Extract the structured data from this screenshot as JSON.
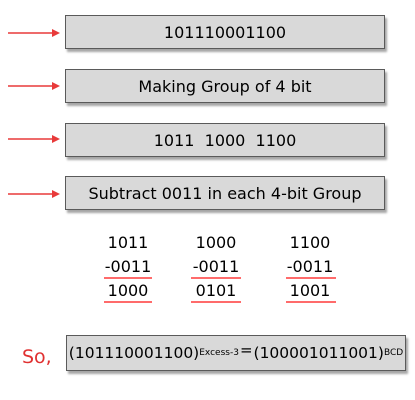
{
  "steps": [
    {
      "text": "101110001100"
    },
    {
      "text": "Making Group of 4 bit"
    },
    {
      "text": "1011  1000  1100"
    },
    {
      "text": "Subtract 0011 in each 4-bit Group"
    }
  ],
  "subtraction": {
    "columns": [
      {
        "minuend": "1011",
        "subtrahend": "-0011",
        "result": "1000"
      },
      {
        "minuend": "1000",
        "subtrahend": "-0011",
        "result": "0101"
      },
      {
        "minuend": "1100",
        "subtrahend": "-0011",
        "result": "1001"
      }
    ]
  },
  "conclusion": {
    "so_label": "So,",
    "left_value": "(101110001100)",
    "left_subscript": "Excess-3",
    "equals": "=",
    "right_value": "(100001011001)",
    "right_subscript": "BCD"
  },
  "colors": {
    "arrow": "#e83a3a",
    "box_fill": "#d9d9d9",
    "box_border": "#5a5a5a",
    "underline": "#ff6b6b",
    "so_text": "#e03030"
  }
}
